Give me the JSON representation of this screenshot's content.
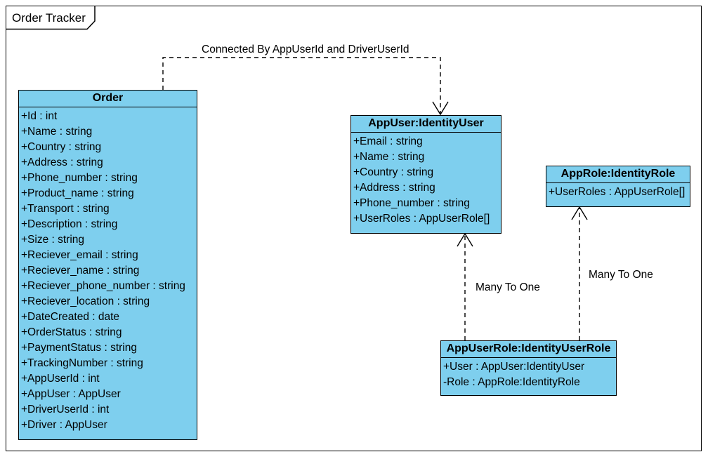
{
  "frame": {
    "title": "Order Tracker"
  },
  "classes": {
    "order": {
      "name": "Order",
      "attributes": [
        "+Id : int",
        "+Name : string",
        "+Country : string",
        "+Address : string",
        "+Phone_number : string",
        "+Product_name : string",
        "+Transport : string",
        "+Description : string",
        "+Size : string",
        "+Reciever_email : string",
        "+Reciever_name : string",
        "+Reciever_phone_number : string",
        "+Reciever_location : string",
        "+DateCreated : date",
        "+OrderStatus : string",
        "+PaymentStatus : string",
        "+TrackingNumber : string",
        "+AppUserId : int",
        "+AppUser : AppUser",
        "+DriverUserId : int",
        "+Driver : AppUser"
      ]
    },
    "app_user": {
      "name": "AppUser:IdentityUser",
      "attributes": [
        "+Email : string",
        "+Name : string",
        "+Country : string",
        "+Address : string",
        "+Phone_number : string",
        "+UserRoles : AppUserRole[]"
      ]
    },
    "app_role": {
      "name": "AppRole:IdentityRole",
      "attributes": [
        "+UserRoles : AppUserRole[]"
      ]
    },
    "app_user_role": {
      "name": "AppUserRole:IdentityUserRole",
      "attributes": [
        "+User : AppUser:IdentityUser",
        "-Role : AppRole:IdentityRole"
      ]
    }
  },
  "relations": {
    "order_to_user": "Connected By AppUserId and DriverUserId",
    "userrole_to_user": "Many To One",
    "userrole_to_role": "Many To One"
  },
  "colors": {
    "class_fill": "#7ecfee",
    "line": "#000000"
  }
}
